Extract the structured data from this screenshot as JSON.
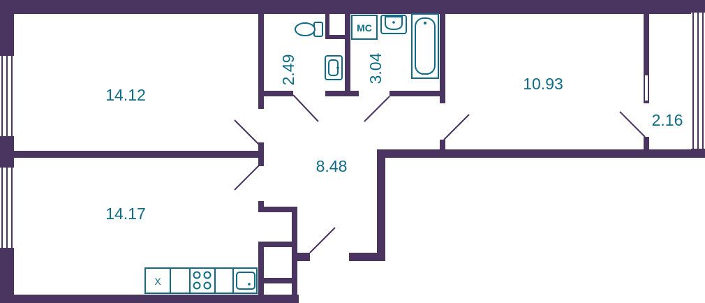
{
  "rooms": {
    "room_1": {
      "area": "14.12"
    },
    "room_2": {
      "area": "14.17"
    },
    "hall": {
      "area": "8.48"
    },
    "wc": {
      "area": "2.49"
    },
    "bath": {
      "area": "3.04"
    },
    "room_3": {
      "area": "10.93"
    },
    "balcony": {
      "area": "2.16"
    }
  },
  "fixtures": {
    "washer_label": "МС",
    "fridge_label": "Х"
  },
  "colors": {
    "wall": "#4a3560",
    "label": "#0f6b86"
  }
}
